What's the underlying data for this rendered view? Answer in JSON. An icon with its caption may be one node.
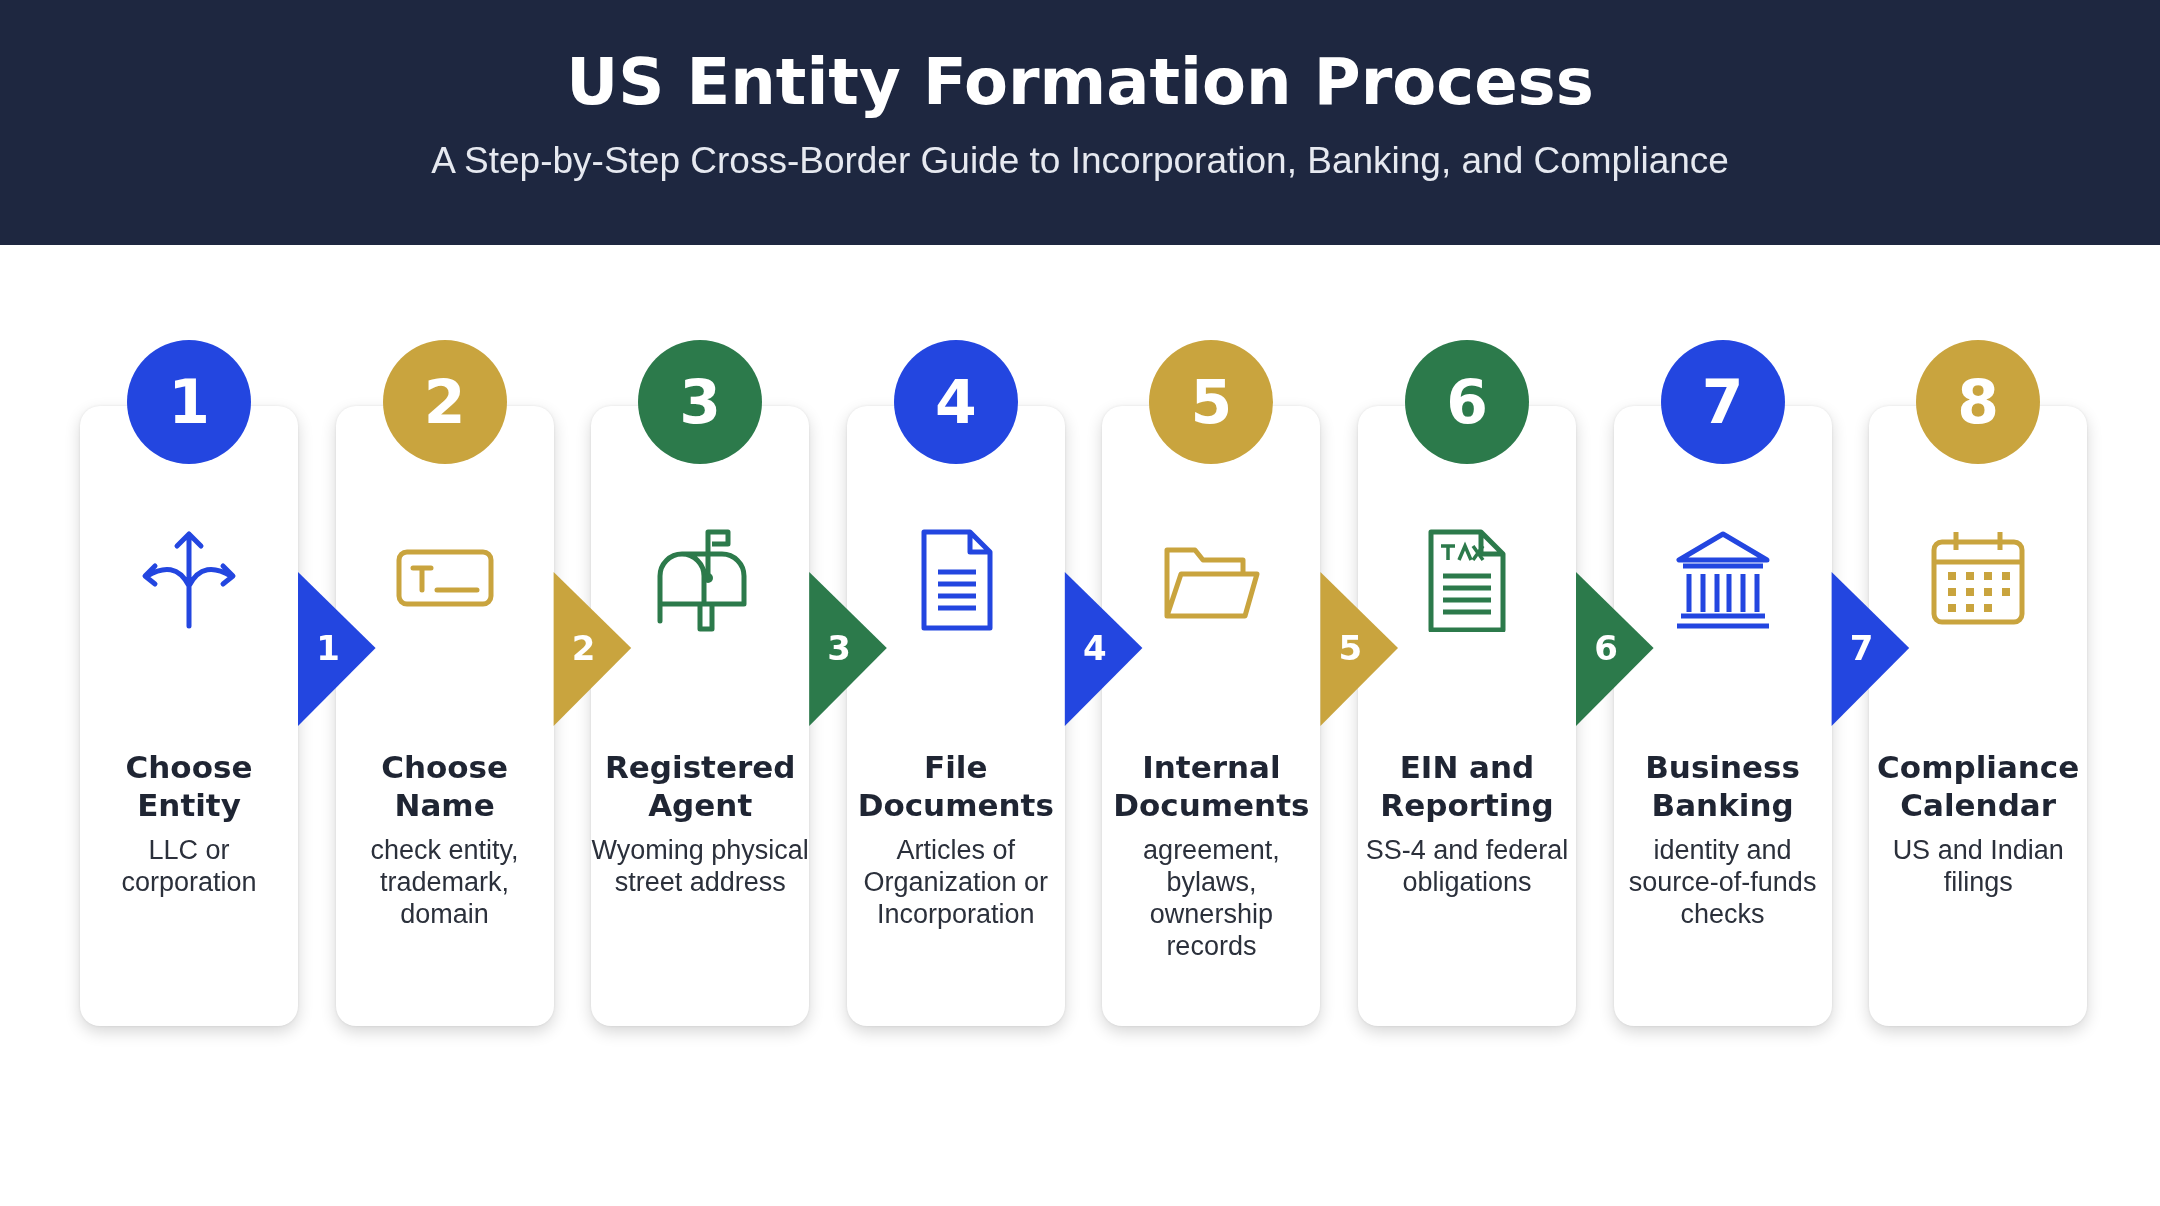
{
  "diagram": {
    "title": "US Entity Formation Process",
    "caption": "A Step-by-Step Cross-Border Guide to Incorporation, Banking, and Compliance",
    "nodes": [
      {
        "text": [
          "1",
          "Choose Entity",
          "LLC or corporation"
        ]
      },
      {
        "text": [
          "2",
          "Choose Name",
          "check entity, trademark, domain"
        ]
      },
      {
        "text": [
          "3",
          "Registered Agent",
          "Wyoming physical street address"
        ]
      },
      {
        "text": [
          "4",
          "File Documents",
          "Articles of Organization or Incorporation"
        ]
      },
      {
        "text": [
          "5",
          "Internal Documents",
          "agreement, bylaws, ownership records"
        ]
      },
      {
        "text": [
          "6",
          "EIN and Reporting",
          "SS-4 and federal obligations"
        ]
      },
      {
        "text": [
          "7",
          "Business Banking",
          "identity and source-of-funds checks"
        ]
      },
      {
        "text": [
          "8",
          "Compliance Calendar",
          "US and Indian filings"
        ]
      }
    ],
    "edges": [
      {
        "from": 0,
        "to": 1,
        "arrow": "to",
        "label": "1"
      },
      {
        "from": 1,
        "to": 2,
        "arrow": "to",
        "label": "2",
        "color": "#c9a43e"
      },
      {
        "from": 2,
        "to": 3,
        "arrow": "to",
        "label": "3",
        "color": "#2c7a4b"
      },
      {
        "from": 3,
        "to": 4,
        "arrow": "to",
        "label": "4"
      },
      {
        "from": 4,
        "to": 5,
        "arrow": "to",
        "label": "5",
        "color": "#c9a43e"
      },
      {
        "from": 5,
        "to": 6,
        "arrow": "to",
        "label": "6",
        "color": "#2c7a4b"
      },
      {
        "from": 6,
        "to": 7,
        "arrow": "to",
        "label": "7"
      }
    ]
  }
}
